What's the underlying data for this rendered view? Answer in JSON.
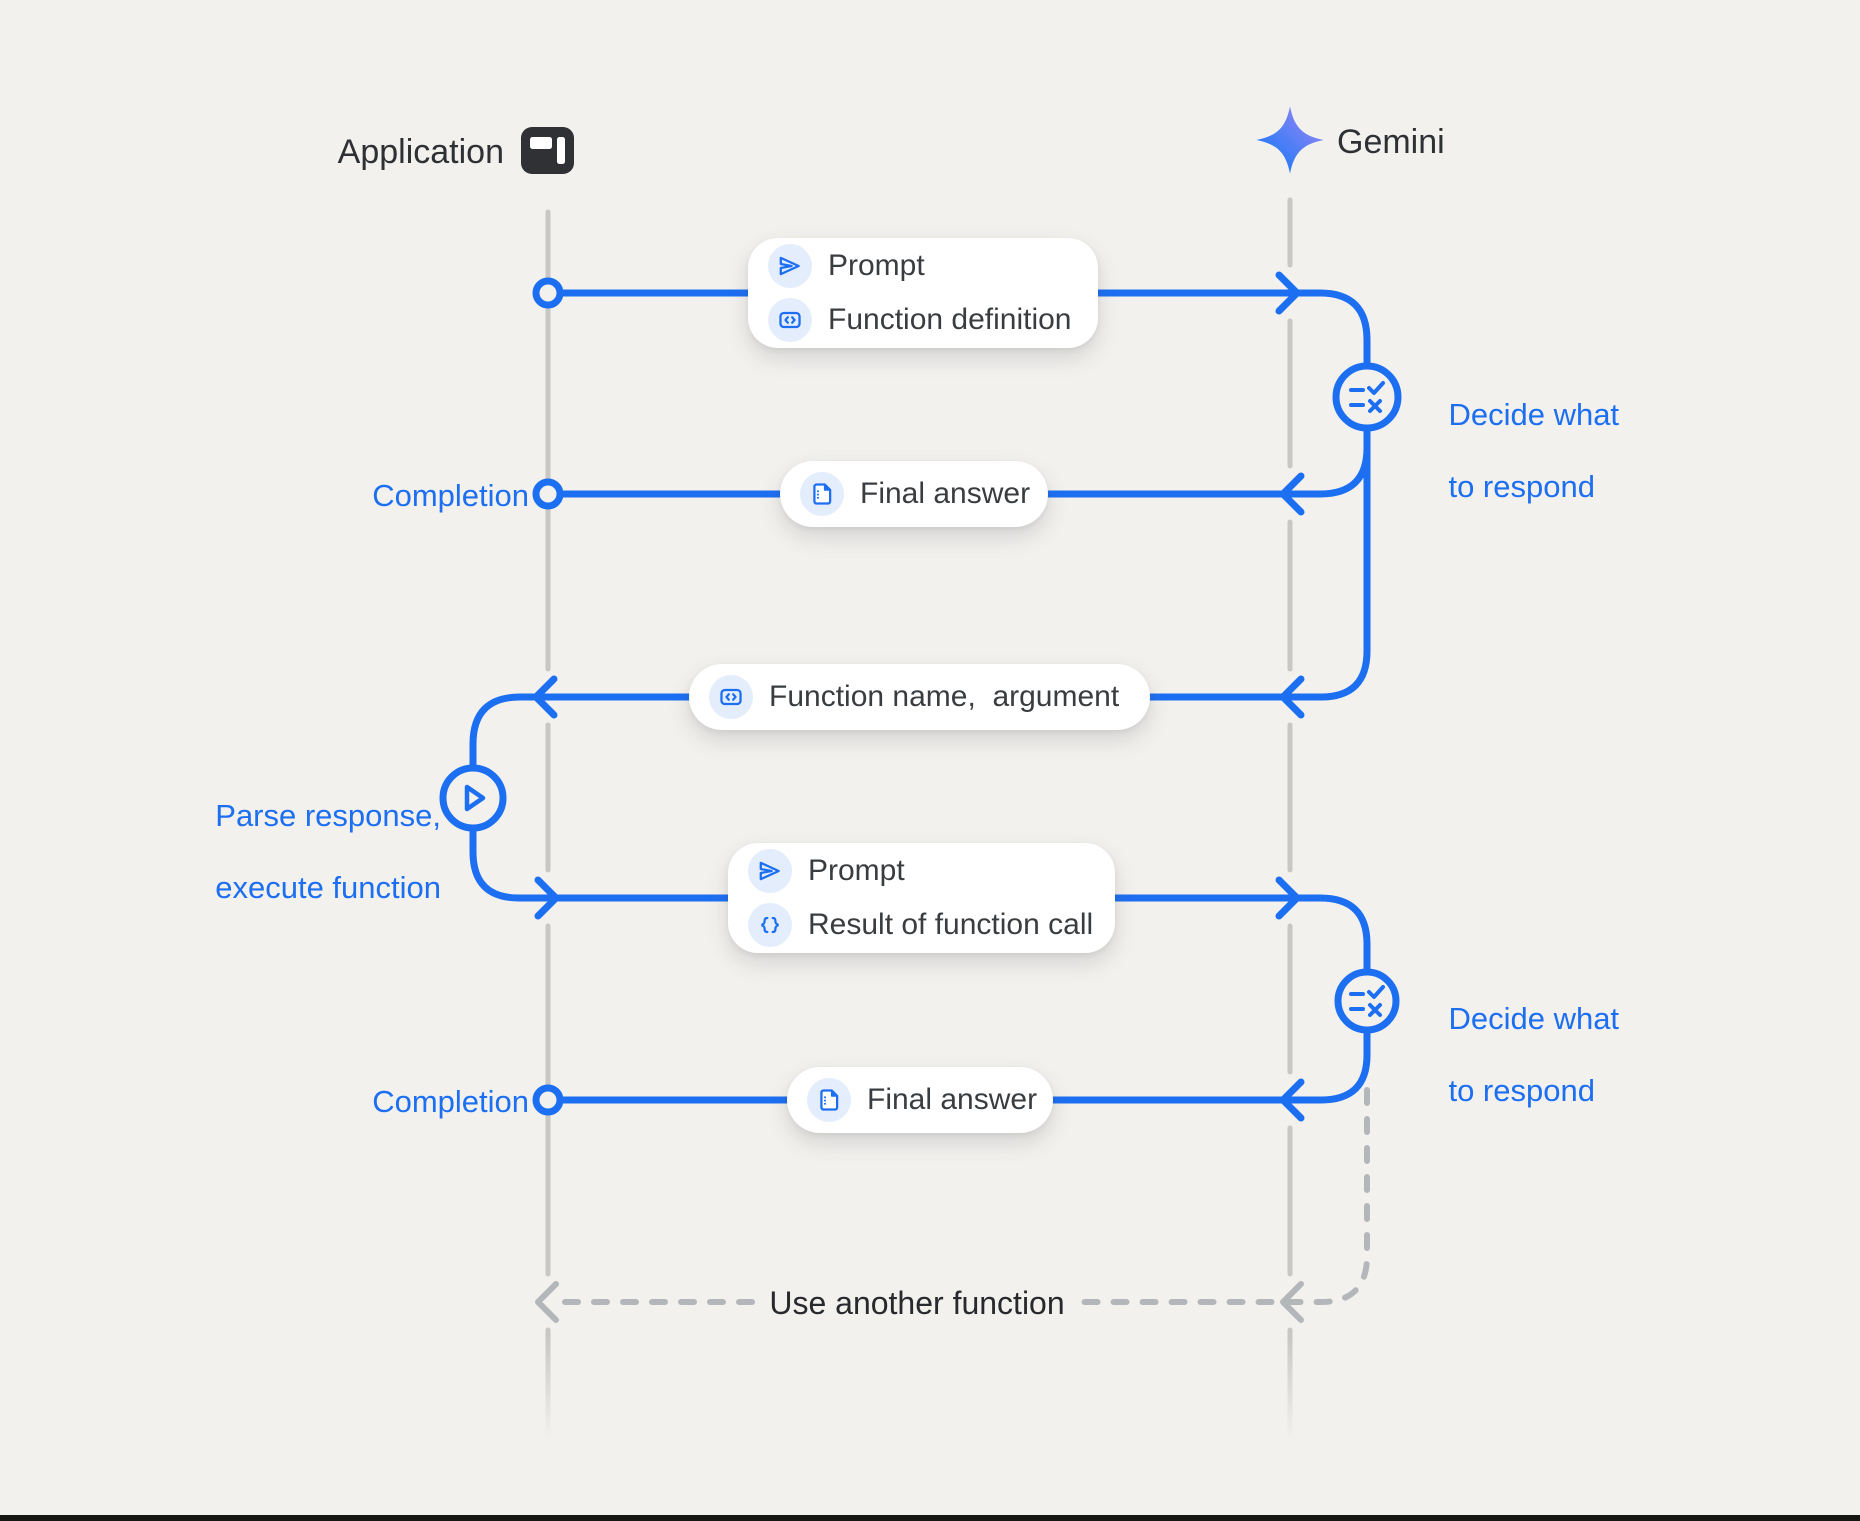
{
  "application": {
    "label": "Application",
    "icon": "app-window-icon"
  },
  "gemini": {
    "label": "Gemini",
    "icon": "gemini-star-icon"
  },
  "messages": {
    "msg1": {
      "direction": "application-to-gemini",
      "row1": {
        "icon": "send-icon",
        "text": "Prompt"
      },
      "row2": {
        "icon": "code-icon",
        "text": "Function definition"
      }
    },
    "msg2": {
      "direction": "gemini-to-application",
      "endpoint_label": "Completion",
      "row1": {
        "icon": "document-icon",
        "text": "Final answer"
      }
    },
    "msg3": {
      "direction": "gemini-to-application",
      "row1": {
        "icon": "code-icon",
        "text": "Function name,  argument"
      }
    },
    "msg4": {
      "direction": "application-to-gemini",
      "row1": {
        "icon": "send-icon",
        "text": "Prompt"
      },
      "row2": {
        "icon": "braces-icon",
        "text": "Result of function call"
      }
    },
    "msg5": {
      "direction": "gemini-to-application",
      "endpoint_label": "Completion",
      "row1": {
        "icon": "document-icon",
        "text": "Final answer"
      }
    },
    "loop": {
      "direction": "gemini-loop-back",
      "text": "Use another function"
    }
  },
  "annotations": {
    "decide1": {
      "icon": "rule-check-icon",
      "line1": "Decide what",
      "line2": "to respond"
    },
    "decide2": {
      "icon": "rule-check-icon",
      "line1": "Decide what",
      "line2": "to respond"
    },
    "parse": {
      "icon": "play-icon",
      "line1": "Parse response,",
      "line2": "execute function"
    }
  },
  "colors": {
    "background": "#f2f1ee",
    "flow_blue": "#1d6ff2",
    "label_blue": "#1d6ff2",
    "icon_chip_bg": "#e4edfc",
    "lifeline_gray": "#c8c7c4",
    "dashed_gray": "#b4b7ba",
    "text_dark": "#3a3d40",
    "header_dark": "#2e3134",
    "footer_bar": "#161613",
    "star_gradient_start": "#2e7bf6",
    "star_gradient_end": "#a487f4"
  }
}
